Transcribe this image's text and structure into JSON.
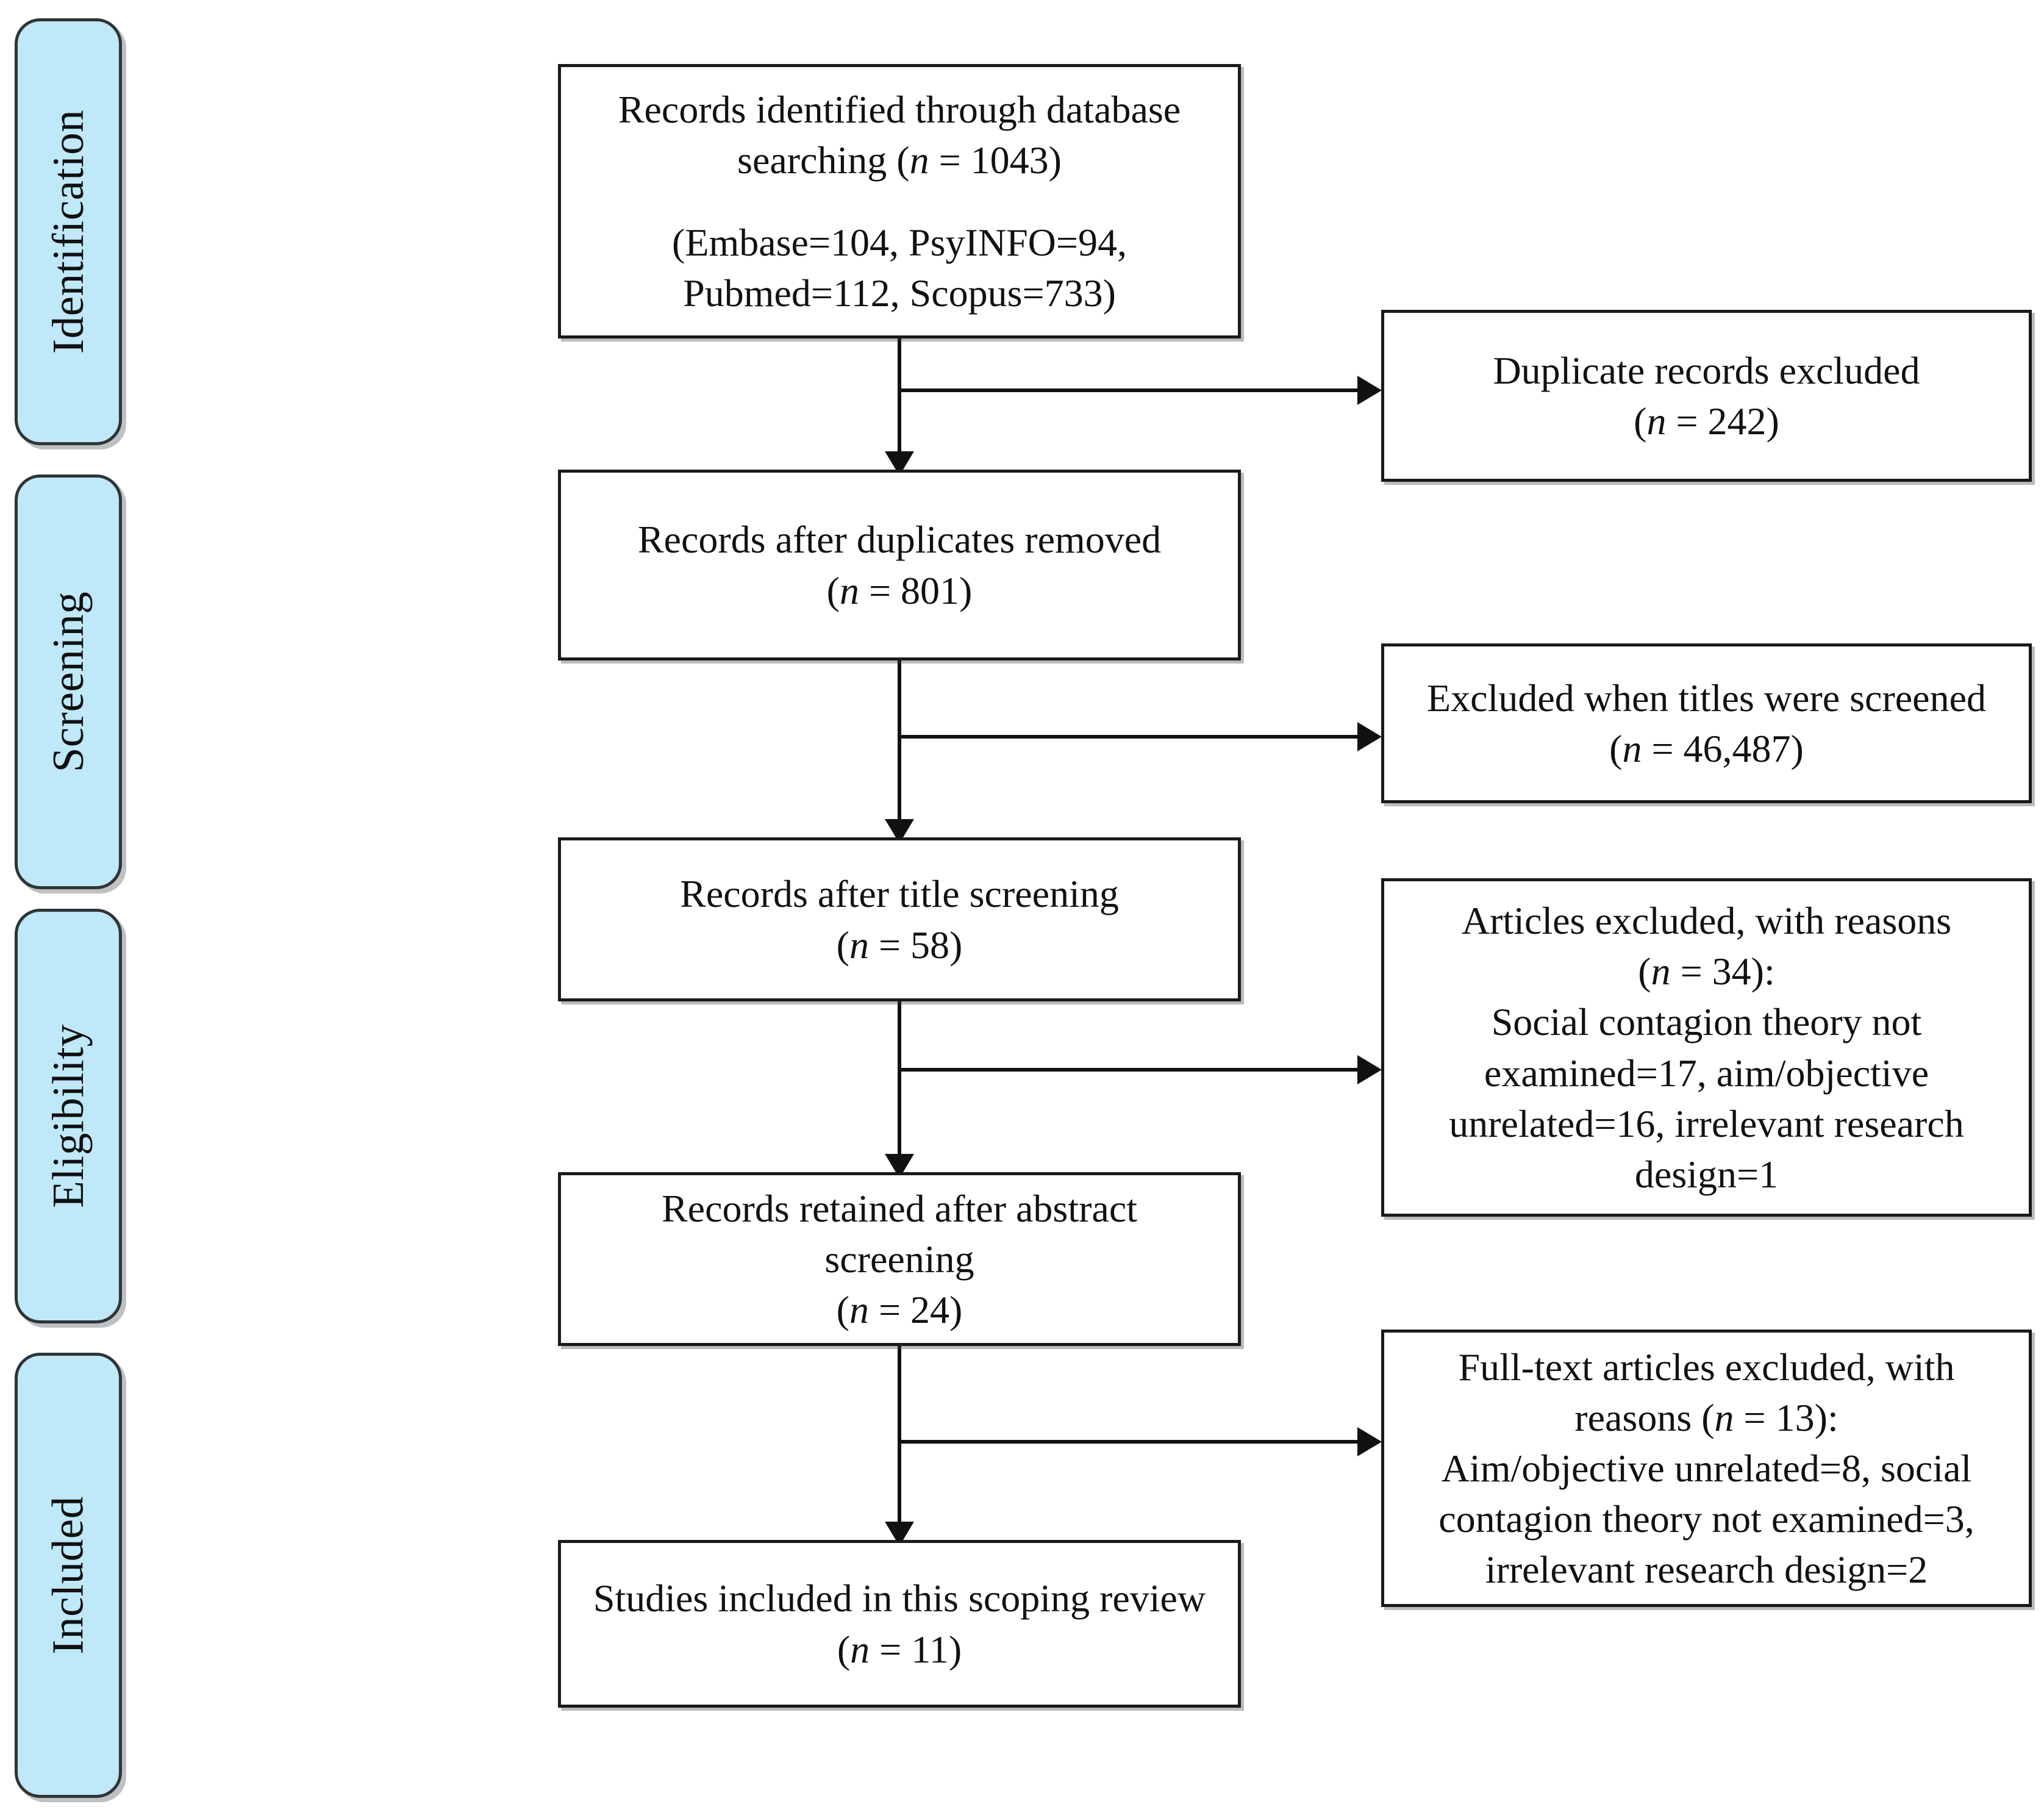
{
  "figure": {
    "type": "prisma-flow-diagram",
    "accent_color": "#bfe8f9",
    "border_color": "#1a1a1a"
  },
  "stages": [
    {
      "id": "identification",
      "label": "Identification"
    },
    {
      "id": "screening",
      "label": "Screening"
    },
    {
      "id": "eligibility",
      "label": "Eligibility"
    },
    {
      "id": "included",
      "label": "Included"
    }
  ],
  "flow": {
    "identified": {
      "line1": "Records identified through database",
      "line2_pre": "searching (",
      "line2_n": "n",
      "line2_post": " = 1043)",
      "line3": "(Embase=104, PsyINFO=94,",
      "line4": "Pubmed=112, Scopus=733)"
    },
    "after_duplicates": {
      "line1": "Records after duplicates removed",
      "line2_pre": "(",
      "line2_n": "n",
      "line2_post": " = 801)"
    },
    "after_title": {
      "line1": "Records after title screening",
      "line2_pre": "(",
      "line2_n": "n",
      "line2_post": " = 58)"
    },
    "after_abstract": {
      "line1": "Records retained after abstract",
      "line2": "screening",
      "line3_pre": "(",
      "line3_n": "n",
      "line3_post": " = 24)"
    },
    "included": {
      "line1": "Studies included in this scoping review",
      "line2_pre": "(",
      "line2_n": "n",
      "line2_post": " = 11)"
    }
  },
  "exclusions": {
    "duplicates": {
      "line1": "Duplicate records excluded",
      "line2_pre": "(",
      "line2_n": "n",
      "line2_post": " = 242)"
    },
    "titles": {
      "line1": "Excluded when titles were screened",
      "line2_pre": "(",
      "line2_n": "n",
      "line2_post": " = 46,487)"
    },
    "abstracts": {
      "line1": "Articles excluded, with reasons",
      "line2_pre": "(",
      "line2_n": "n",
      "line2_post": " = 34):",
      "line3": "Social contagion theory not",
      "line4": "examined=17, aim/objective",
      "line5": "unrelated=16, irrelevant research",
      "line6": "design=1"
    },
    "fulltext": {
      "line1": "Full-text articles excluded, with",
      "line2_pre": "reasons (",
      "line2_n": "n",
      "line2_post": " = 13):",
      "line3": "Aim/objective unrelated=8, social",
      "line4": "contagion theory not examined=3,",
      "line5": "irrelevant research design=2"
    }
  },
  "chart_data": {
    "type": "diagram",
    "title": "PRISMA scoping review flow diagram",
    "nodes": [
      {
        "stage": "Identification",
        "label": "Records identified through database searching",
        "n": 1043,
        "breakdown": {
          "Embase": 104,
          "PsyINFO": 94,
          "Pubmed": 112,
          "Scopus": 733
        }
      },
      {
        "stage": "Identification",
        "label": "Duplicate records excluded",
        "n": 242,
        "kind": "exclusion"
      },
      {
        "stage": "Screening",
        "label": "Records after duplicates removed",
        "n": 801
      },
      {
        "stage": "Screening",
        "label": "Excluded when titles were screened",
        "n": 46487,
        "kind": "exclusion"
      },
      {
        "stage": "Screening",
        "label": "Records after title screening",
        "n": 58
      },
      {
        "stage": "Eligibility",
        "label": "Articles excluded, with reasons",
        "n": 34,
        "kind": "exclusion",
        "reasons": {
          "Social contagion theory not examined": 17,
          "aim/objective unrelated": 16,
          "irrelevant research design": 1
        }
      },
      {
        "stage": "Eligibility",
        "label": "Records retained after abstract screening",
        "n": 24
      },
      {
        "stage": "Eligibility",
        "label": "Full-text articles excluded, with reasons",
        "n": 13,
        "kind": "exclusion",
        "reasons": {
          "Aim/objective unrelated": 8,
          "social contagion theory not examined": 3,
          "irrelevant research design": 2
        }
      },
      {
        "stage": "Included",
        "label": "Studies included in this scoping review",
        "n": 11
      }
    ]
  }
}
